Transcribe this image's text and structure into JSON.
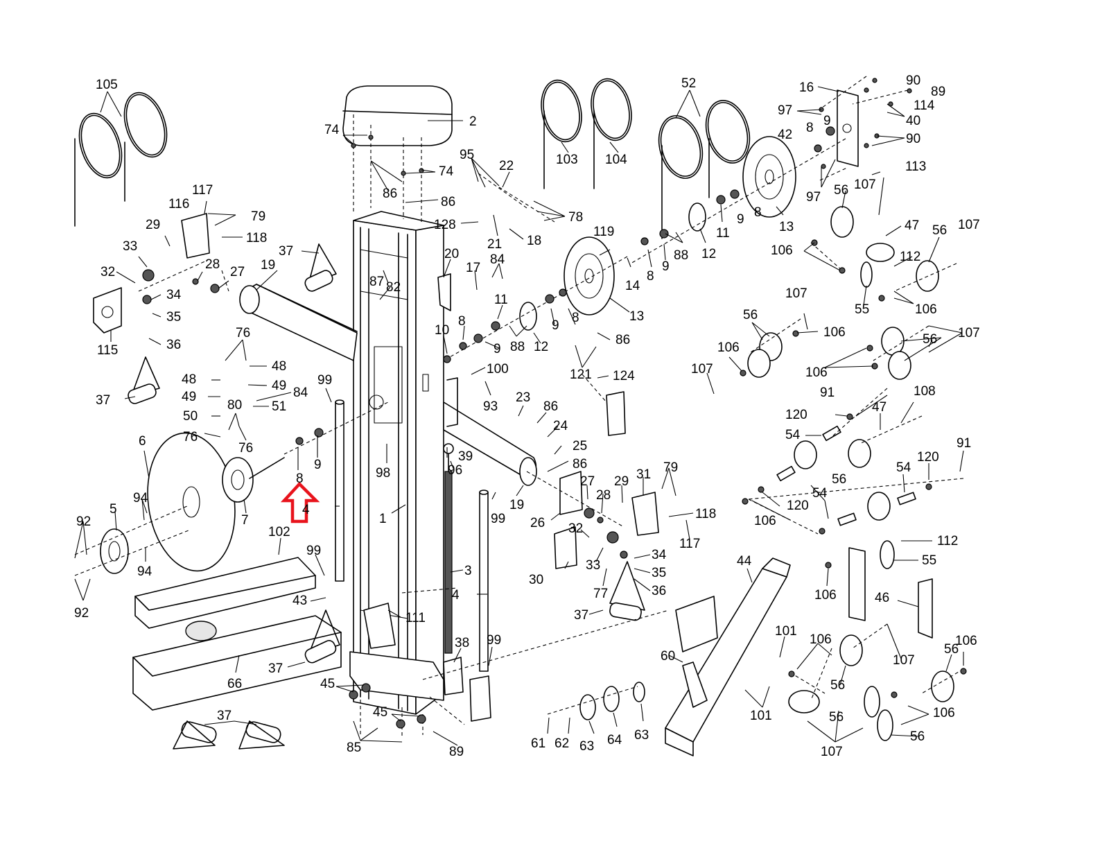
{
  "callouts": {
    "c105": "105",
    "c2": "2",
    "c74a": "74",
    "c74b": "74",
    "c86a": "86",
    "c86b": "86",
    "c95": "95",
    "c22": "22",
    "c78": "78",
    "c128": "128",
    "c21": "21",
    "c18": "18",
    "c103": "103",
    "c104": "104",
    "c52": "52",
    "c16": "16",
    "c90a": "90",
    "c89a": "89",
    "c97a": "97",
    "c114": "114",
    "c40": "40",
    "c90b": "90",
    "c8a": "8",
    "c9a": "9",
    "c42": "42",
    "c97b": "97",
    "c113": "113",
    "c107a": "107",
    "c56a": "56",
    "c47a": "47",
    "c56b": "56",
    "c107b": "107",
    "c106a": "106",
    "c112a": "112",
    "c55a": "55",
    "c106b": "106",
    "c11a": "11",
    "c9b": "9",
    "c8b": "8",
    "c13a": "13",
    "c88a": "88",
    "c12a": "12",
    "c119": "119",
    "c14": "14",
    "c8c": "8",
    "c9c": "9",
    "c13b": "13",
    "c117a": "117",
    "c79a": "79",
    "c116": "116",
    "c118a": "118",
    "c29a": "29",
    "c33a": "33",
    "c32a": "32",
    "c28a": "28",
    "c27a": "27",
    "c115": "115",
    "c34a": "34",
    "c35a": "35",
    "c36a": "36",
    "c37a": "37",
    "c19a": "19",
    "c37b": "37",
    "c87": "87",
    "c82": "82",
    "c20": "20",
    "c17": "17",
    "c84a": "84",
    "c11b": "11",
    "c8d": "8",
    "c10": "10",
    "c9d": "9",
    "c88b": "88",
    "c12b": "12",
    "c9e": "9",
    "c8e": "8",
    "c86c": "86",
    "c121": "121",
    "c124": "124",
    "c107c": "107",
    "c56c": "56",
    "c106c": "106",
    "c106d": "106",
    "c107d": "107",
    "c56d": "56",
    "c107e": "107",
    "c106e": "106",
    "c76a": "76",
    "c48a": "48",
    "c48b": "48",
    "c49a": "49",
    "c49b": "49",
    "c84b": "84",
    "c80": "80",
    "c51": "51",
    "c50": "50",
    "c76b": "76",
    "c76c": "76",
    "c99a": "99",
    "c100": "100",
    "c93": "93",
    "c23": "23",
    "c86d": "86",
    "c24": "24",
    "c25": "25",
    "c86e": "86",
    "c91a": "91",
    "c108": "108",
    "c120a": "120",
    "c47b": "47",
    "c54a": "54",
    "c56e": "56",
    "c91b": "91",
    "c120b": "120",
    "c54b": "54",
    "c54c": "54",
    "c120c": "120",
    "c106f": "106",
    "c6": "6",
    "c8f": "8",
    "c9f": "9",
    "c98": "98",
    "c39": "39",
    "c96": "96",
    "c19b": "19",
    "c94a": "94",
    "c5": "5",
    "c7": "7",
    "c4a": "4",
    "c1": "1",
    "c99b": "99",
    "c27b": "27",
    "c29b": "29",
    "c31": "31",
    "c79b": "79",
    "c26": "26",
    "c28b": "28",
    "c118b": "118",
    "c92a": "92",
    "c94b": "94",
    "c92b": "92",
    "c102": "102",
    "c32b": "32",
    "c117b": "117",
    "c112b": "112",
    "c55b": "55",
    "c99c": "99",
    "c3": "3",
    "c33b": "33",
    "c34b": "34",
    "c30": "30",
    "c35b": "35",
    "c77": "77",
    "c36b": "36",
    "c106g": "106",
    "c46": "46",
    "c43": "43",
    "c4b": "4",
    "c44": "44",
    "c111": "111",
    "c37c": "37",
    "c101a": "101",
    "c60": "60",
    "c101b": "101",
    "c106h": "106",
    "c56f": "56",
    "c107f": "107",
    "c56g": "56",
    "c106i": "106",
    "c38": "38",
    "c99d": "99",
    "c37d": "37",
    "c66": "66",
    "c45a": "45",
    "c45b": "45",
    "c56h": "56",
    "c106j": "106",
    "c107g": "107",
    "c56i": "56",
    "c37e": "37",
    "c61": "61",
    "c62": "62",
    "c63a": "63",
    "c64": "64",
    "c63b": "63",
    "c85": "85",
    "c89b": "89"
  },
  "highlight": {
    "color": "#e8131c",
    "icon": "up-arrow-icon"
  }
}
